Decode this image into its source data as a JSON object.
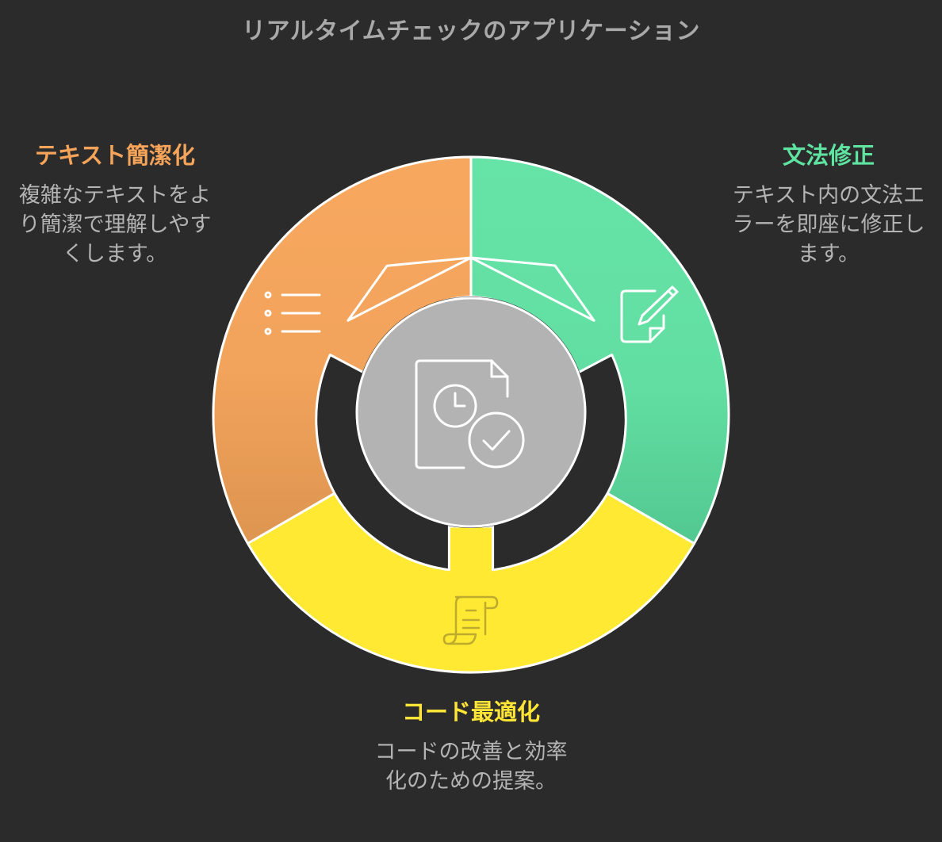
{
  "title": "リアルタイムチェックのアプリケーション",
  "colors": {
    "background": "#2b2b2b",
    "text_simplification": "#f5a45a",
    "grammar_correction": "#5ee3a1",
    "code_optimization": "#ffe535",
    "center": "#b3b3b3",
    "description_text": "#b4b4b4"
  },
  "segments": {
    "text_simplification": {
      "heading": "テキスト簡潔化",
      "description": "複雑なテキストをより簡潔で理解しやすくします。",
      "icon": "list-icon"
    },
    "grammar_correction": {
      "heading": "文法修正",
      "description": "テキスト内の文法エラーを即座に修正します。",
      "icon": "pencil-note-icon"
    },
    "code_optimization": {
      "heading": "コード最適化",
      "description": "コードの改善と効率化のための提案。",
      "icon": "scroll-icon"
    }
  },
  "center": {
    "icon": "document-clock-check-icon"
  }
}
